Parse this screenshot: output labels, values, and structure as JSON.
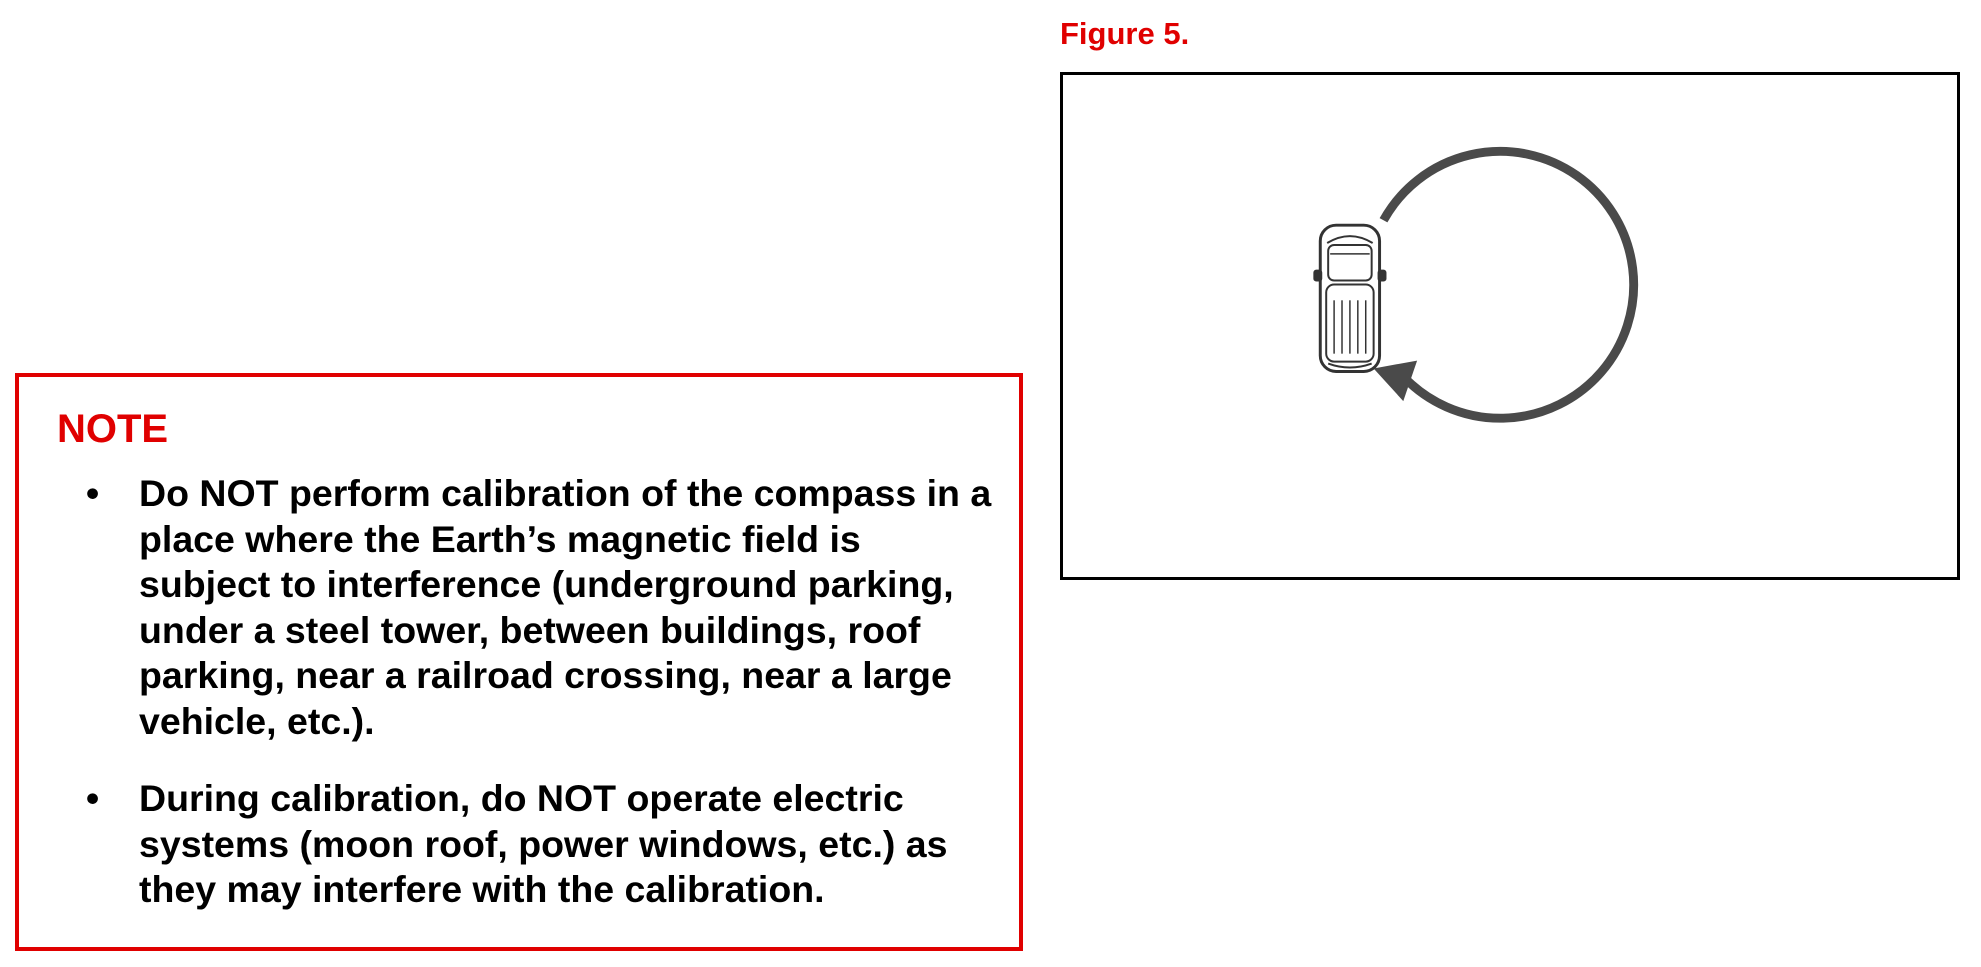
{
  "figure": {
    "label": "Figure 5."
  },
  "note": {
    "title": "NOTE",
    "bullets": [
      "Do NOT perform calibration of the compass in a place where the Earth’s magnetic field is subject to interference (underground parking, under a steel tower, between buildings, roof parking, near a railroad crossing, near a large vehicle, etc.).",
      "During calibration, do NOT operate electric systems (moon roof, power windows, etc.) as they may interfere with the calibration."
    ]
  },
  "colors": {
    "accent": "#e00000",
    "figure_border": "#000000",
    "arrow": "#4a4a4a",
    "text": "#000000"
  },
  "icons": {
    "vehicle": "car-top-view-icon",
    "arrow": "circular-arrow-icon",
    "bullet": "bullet-dot"
  }
}
